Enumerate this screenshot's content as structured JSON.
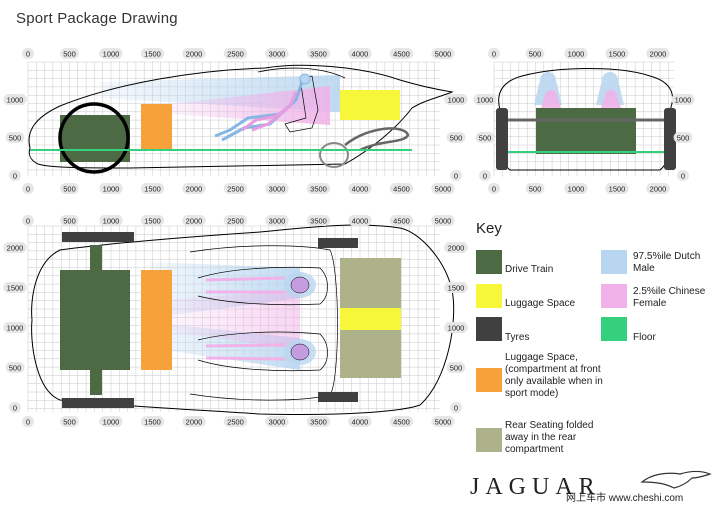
{
  "title": "Sport Package Drawing",
  "colors": {
    "drive_train": "#4c6b45",
    "luggage_space": "#f7f73a",
    "tyres": "#404040",
    "luggage_front": "#f7a13a",
    "rear_seating": "#adb28a",
    "dutch_male": "#b9d6f0",
    "chinese_female": "#f0b2e8",
    "floor": "#34d07e",
    "grid": "#c8c8c8"
  },
  "axes": {
    "length_ticks": [
      "0",
      "500",
      "1000",
      "1500",
      "2000",
      "2500",
      "3000",
      "3500",
      "4000",
      "4500",
      "5000"
    ],
    "height_ticks": [
      "0",
      "500",
      "1000"
    ],
    "front_width_ticks": [
      "0",
      "500",
      "1000",
      "1500",
      "2000"
    ],
    "plan_width_ticks": [
      "0",
      "500",
      "1000",
      "1500",
      "2000"
    ]
  },
  "key": {
    "heading": "Key",
    "items": [
      {
        "id": "drive_train",
        "label": "Drive Train"
      },
      {
        "id": "luggage_space",
        "label": "Luggage Space"
      },
      {
        "id": "tyres",
        "label": "Tyres"
      },
      {
        "id": "luggage_front",
        "label": "Luggage Space, (compartment at front only available when in sport mode)"
      },
      {
        "id": "rear_seating",
        "label": "Rear Seating folded away in the rear compartment"
      },
      {
        "id": "dutch_male",
        "label": "97.5%ile Dutch Male"
      },
      {
        "id": "chinese_female",
        "label": "2.5%ile Chinese Female"
      },
      {
        "id": "floor",
        "label": "Floor"
      }
    ]
  },
  "brand": "JAGUAR",
  "watermark": "网上车市 www.cheshi.com"
}
